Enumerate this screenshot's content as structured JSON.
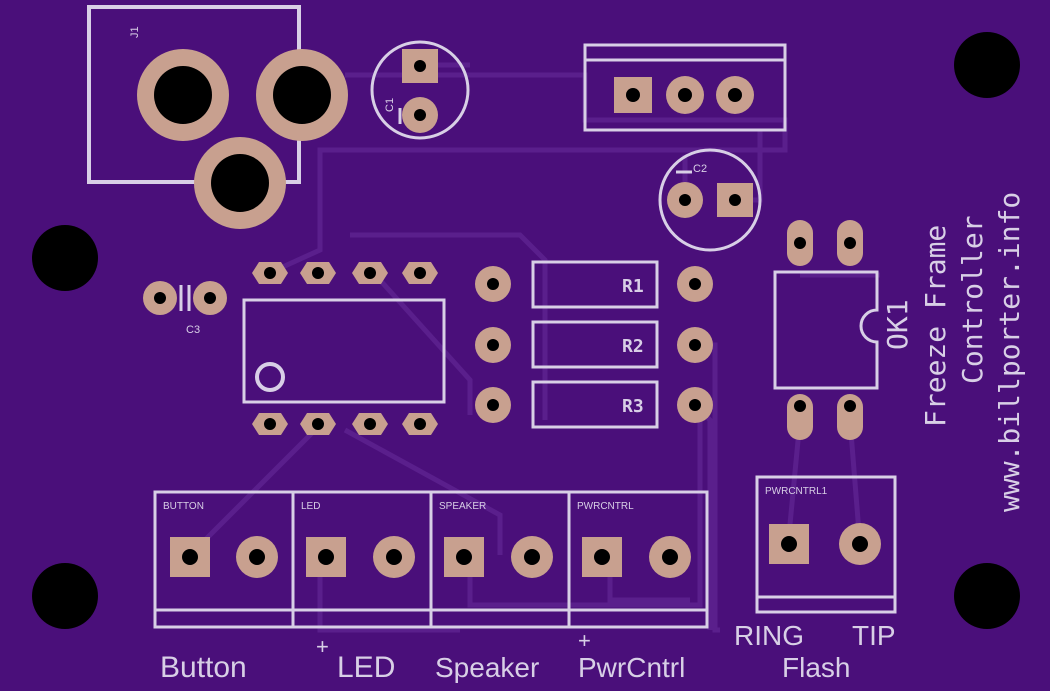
{
  "board": {
    "background_color": "#4a0f7a",
    "trace_color": "#5a1f8c",
    "silk_color": "#d8cfe6",
    "pad_color": "#c8a08f",
    "drill_color": "#000000",
    "side_text": [
      "Freeze Frame",
      "Controller",
      "www.billporter.info"
    ]
  },
  "parts": {
    "j1": "J1",
    "c1": "C1",
    "c2": "C2",
    "c3": "C3",
    "r1": "R1",
    "r2": "R2",
    "r3": "R3",
    "ok1": "OK1"
  },
  "connectors": {
    "button": "BUTTON",
    "led": "LED",
    "speaker": "SPEAKER",
    "pwrcntrl": "PWRCNTRL",
    "pwrcntrl1": "PWRCNTRL1"
  },
  "bottom_labels": {
    "button": "Button",
    "led": "LED",
    "speaker": "Speaker",
    "pwrcntrl": "PwrCntrl",
    "plus_led": "+",
    "plus_pwr": "+",
    "ring": "RING",
    "tip": "TIP",
    "flash": "Flash"
  }
}
